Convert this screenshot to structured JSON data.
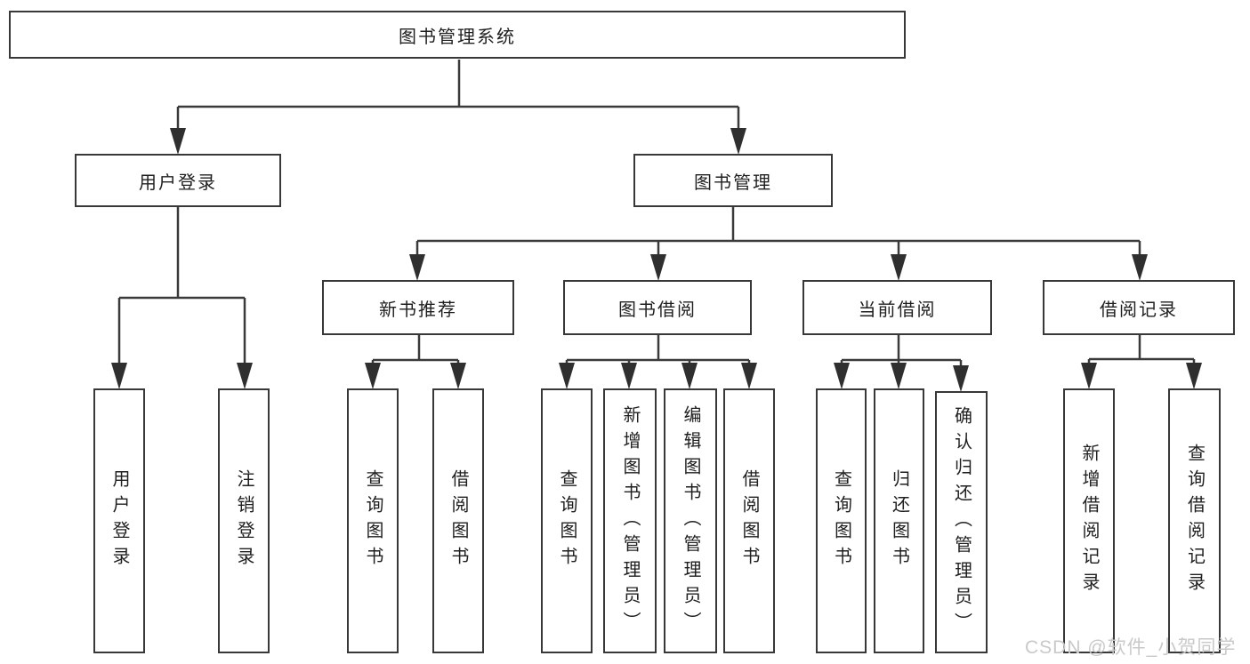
{
  "tree": {
    "root": {
      "label": "图书管理系统"
    },
    "branches": [
      {
        "label": "用户登录",
        "children": [
          {
            "label": "用户登录"
          },
          {
            "label": "注销登录"
          }
        ]
      },
      {
        "label": "图书管理",
        "groups": [
          {
            "label": "新书推荐",
            "children": [
              {
                "label": "查询图书"
              },
              {
                "label": "借阅图书"
              }
            ]
          },
          {
            "label": "图书借阅",
            "children": [
              {
                "label": "查询图书"
              },
              {
                "label": "新增图书（管理员）"
              },
              {
                "label": "编辑图书（管理员）"
              },
              {
                "label": "借阅图书"
              }
            ]
          },
          {
            "label": "当前借阅",
            "children": [
              {
                "label": "查询图书"
              },
              {
                "label": "归还图书"
              },
              {
                "label": "确认归还（管理员）"
              }
            ]
          },
          {
            "label": "借阅记录",
            "children": [
              {
                "label": "新增借阅记录"
              },
              {
                "label": "查询借阅记录"
              }
            ]
          }
        ]
      }
    ]
  },
  "watermark": {
    "text": "CSDN @软件_小贺同学"
  },
  "colors": {
    "line": "#3a3a3a",
    "box_border": "#383838",
    "text": "#1f1f1f",
    "background": "#ffffff",
    "watermark": "#c9c9c9"
  }
}
